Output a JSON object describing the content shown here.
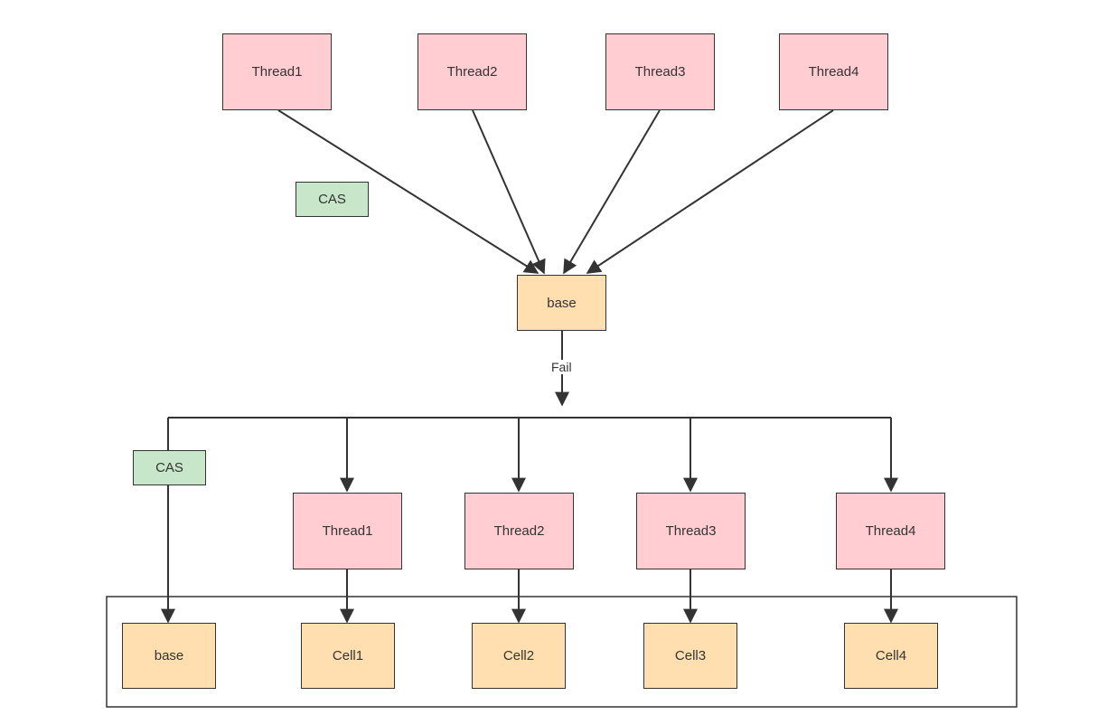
{
  "top": {
    "threads": [
      "Thread1",
      "Thread2",
      "Thread3",
      "Thread4"
    ],
    "cas_label": "CAS",
    "base_label": "base"
  },
  "fail_label": "Fail",
  "bottom": {
    "cas_label": "CAS",
    "threads": [
      "Thread1",
      "Thread2",
      "Thread3",
      "Thread4"
    ],
    "cells": [
      "base",
      "Cell1",
      "Cell2",
      "Cell3",
      "Cell4"
    ]
  },
  "colors": {
    "thread_fill": "#ffcdd2",
    "cell_fill": "#ffdfb0",
    "cas_fill": "#c8e6c9",
    "stroke": "#333333"
  }
}
